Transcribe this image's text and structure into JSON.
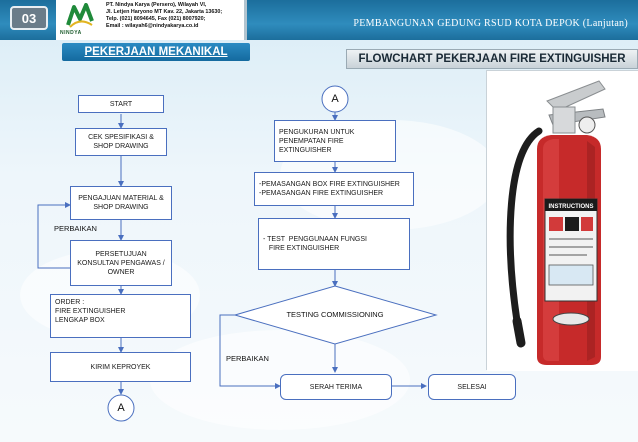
{
  "header": {
    "slide_number": "03",
    "logo_text": "NINDYA",
    "company_lines": [
      "PT. Nindya Karya (Persero), Wilayah VI,",
      "Jl. Letjen Haryono MT Kav. 22, Jakarta 13630;",
      "Telp. (021) 8094645, Fax (021) 8007920;",
      "Email : wilayah6@nindyakarya.co.id"
    ],
    "project_title": "PEMBANGUNAN GEDUNG RSUD KOTA DEPOK (Lanjutan)"
  },
  "section_label": "PEKERJAAN MEKANIKAL",
  "flowchart": {
    "title": "FLOWCHART PEKERJAAN FIRE EXTINGUISHER",
    "start": "START",
    "cek": "CEK SPESIFIKASI & SHOP DRAWING",
    "pengajuan": "PENGAJUAN MATERIAL & SHOP DRAWING",
    "perbaikan_1": "PERBAIKAN",
    "persetujuan": "PERSETUJUAN KONSULTAN PENGAWAS / OWNER",
    "order_lines": [
      "ORDER :",
      "FIRE EXTINGUISHER",
      "LENGKAP BOX"
    ],
    "kirim": "KIRIM  KEPROYEK",
    "connector_a_bottom": "A",
    "connector_a_top": "A",
    "pengukuran_lines": [
      "PENGUKURAN UNTUK",
      "PENEMPATAN FIRE",
      "EXTINGUISHER"
    ],
    "pemasangan_lines": [
      "-PEMASANGAN BOX FIRE EXTINGUISHER",
      "-PEMASANGAN FIRE EXTINGUISHER"
    ],
    "test_lines": [
      "- TEST  PENGGUNAAN FUNGSI",
      "   FIRE EXTINGUISHER"
    ],
    "testing": "TESTING COMMISSIONING",
    "perbaikan_2": "PERBAIKAN",
    "serah": "SERAH TERIMA",
    "selesai": "SELESAI"
  },
  "extinguisher_label": "INSTRUCTIONS"
}
